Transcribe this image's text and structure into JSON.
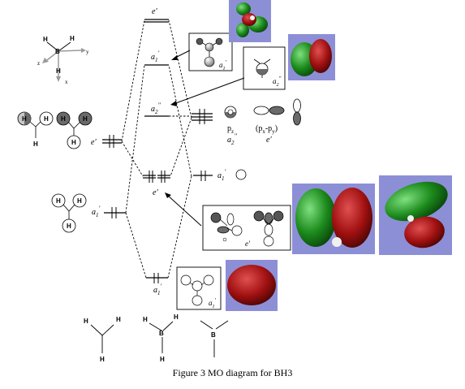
{
  "caption": "Figure 3 MO diagram for BH3",
  "atoms": {
    "hydrogen": "H",
    "boron": "B"
  },
  "axes": {
    "x": "x",
    "y": "y",
    "z": "z"
  },
  "levels": {
    "e_prime_top": {
      "sym": "e",
      "prime": "′"
    },
    "a1_prime_star": {
      "sym": "a",
      "sub": "1",
      "prime": "′"
    },
    "a2_dprime": {
      "sym": "a",
      "sub": "2",
      "prime": "″"
    },
    "e_prime_bond": {
      "sym": "e",
      "prime": "′"
    },
    "a1_prime_bond": {
      "sym": "a",
      "sub": "1",
      "prime": "′"
    },
    "h_group_e": {
      "sym": "e",
      "prime": "′"
    },
    "h_group_a1": {
      "sym": "a",
      "sub": "1",
      "prime": "′"
    },
    "b_a1": {
      "sym": "a",
      "sub": "1",
      "prime": "′"
    }
  },
  "boron_orbitals": {
    "pz": "p",
    "pz_sub": "z",
    "pxpy": "(p",
    "pxpy_x": "x",
    "pxpy_dash": "-p",
    "pxpy_y": "y",
    "pxpy_close": ")",
    "pz_sym": "a",
    "pz_sym_sub": "2",
    "pz_sym_prime": "″",
    "pxpy_sym": "e",
    "pxpy_sym_prime": "′"
  },
  "box_labels": {
    "box1": {
      "sym": "a",
      "sub": "1",
      "prime": "′"
    },
    "box2": {
      "sym": "a",
      "sub": "2",
      "prime": "″"
    },
    "box3": {
      "sym": "e",
      "prime": "′"
    },
    "box4": {
      "sym": "a",
      "sub": "1",
      "prime": "′"
    }
  },
  "colors": {
    "green": "#1c8a1c",
    "red": "#a01010",
    "panel": "#8c8fd6",
    "white": "#f0f0f0"
  }
}
